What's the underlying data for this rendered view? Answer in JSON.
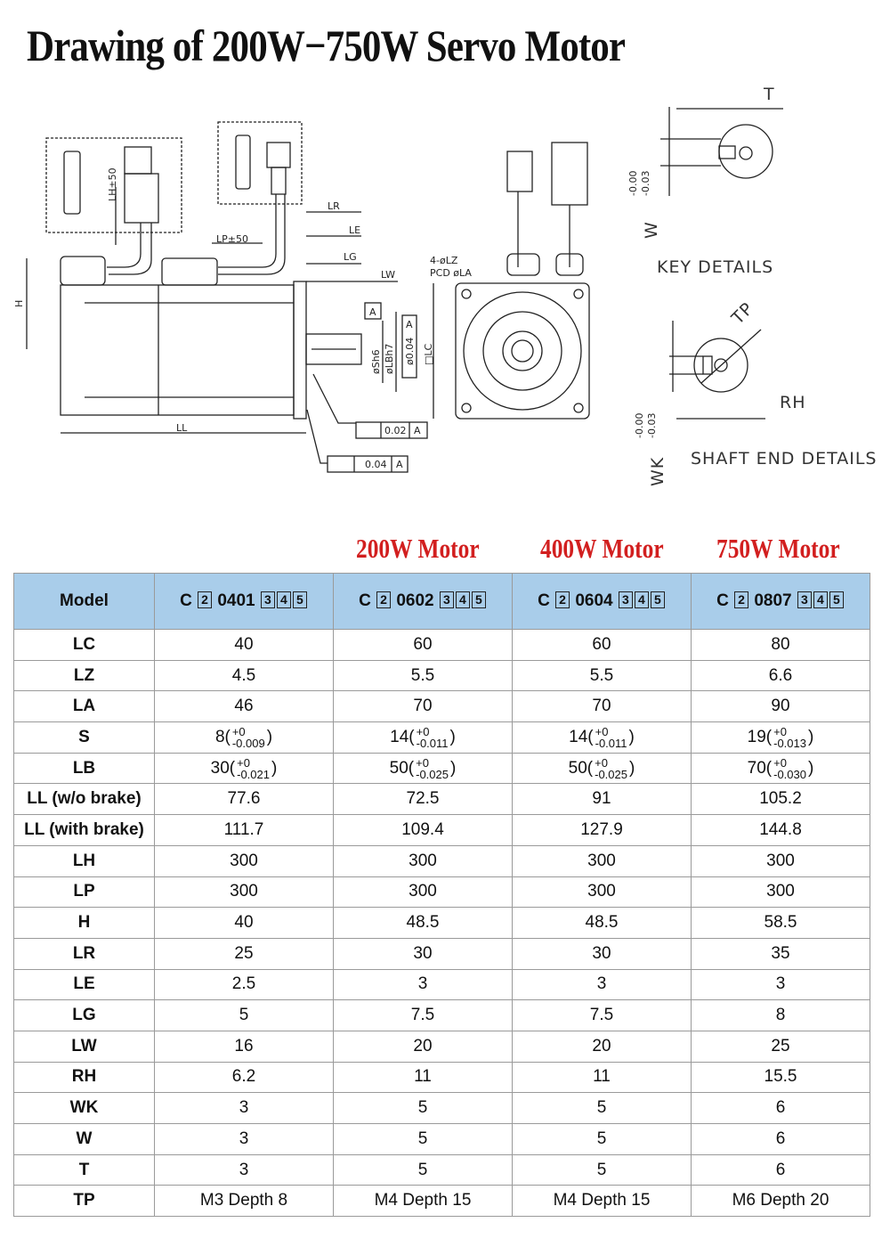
{
  "title": "Drawing of 200W−750W Servo Motor",
  "drawing_labels": {
    "lh": "LH±50",
    "lp": "LP±50",
    "lr": "LR",
    "le": "LE",
    "lg": "LG",
    "lw": "LW",
    "h": "H",
    "ll": "LL",
    "a1": "A",
    "a2": "A",
    "sh6": "øSh6",
    "lbh7": "øLBh7",
    "conc": "ø0.04",
    "conc_a": "A",
    "lc": "□LC",
    "lz": "4-øLZ",
    "pcd": "PCD øLA",
    "runout": "0.02",
    "runout_a": "A",
    "perp": "0.04",
    "perp_a": "A",
    "t": "T",
    "w_tol_top": "-0.00",
    "w_tol_bottom": "-0.03",
    "w": "W",
    "key_details": "KEY DETAILS",
    "tp": "TP",
    "rh": "RH",
    "wk_tol_top": "-0.00",
    "wk_tol_bottom": "-0.03",
    "wk": "WK",
    "shaft_details": "SHAFT END DETAILS"
  },
  "motor_headers": [
    "200W Motor",
    "400W Motor",
    "750W Motor"
  ],
  "table": {
    "model_label": "Model",
    "models": [
      {
        "prefix": "C",
        "n1": "2",
        "code": "0401",
        "n3": "3",
        "n4": "4",
        "n5": "5"
      },
      {
        "prefix": "C",
        "n1": "2",
        "code": "0602",
        "n3": "3",
        "n4": "4",
        "n5": "5"
      },
      {
        "prefix": "C",
        "n1": "2",
        "code": "0604",
        "n3": "3",
        "n4": "4",
        "n5": "5"
      },
      {
        "prefix": "C",
        "n1": "2",
        "code": "0807",
        "n3": "3",
        "n4": "4",
        "n5": "5"
      }
    ],
    "rows": [
      {
        "param": "LC",
        "values": [
          "40",
          "60",
          "60",
          "80"
        ]
      },
      {
        "param": "LZ",
        "values": [
          "4.5",
          "5.5",
          "5.5",
          "6.6"
        ]
      },
      {
        "param": "LA",
        "values": [
          "46",
          "70",
          "70",
          "90"
        ]
      },
      {
        "param": "S",
        "values": [
          "8",
          "14",
          "14",
          "19"
        ],
        "tol_up": [
          "+0",
          "+0",
          "+0",
          "+0"
        ],
        "tol_low": [
          "-0.009",
          "-0.011",
          "-0.011",
          "-0.013"
        ]
      },
      {
        "param": "LB",
        "values": [
          "30",
          "50",
          "50",
          "70"
        ],
        "tol_up": [
          "+0",
          "+0",
          "+0",
          "+0"
        ],
        "tol_low": [
          "-0.021",
          "-0.025",
          "-0.025",
          "-0.030"
        ]
      },
      {
        "param": "LL (w/o brake)",
        "values": [
          "77.6",
          "72.5",
          "91",
          "105.2"
        ]
      },
      {
        "param": "LL (with brake)",
        "values": [
          "111.7",
          "109.4",
          "127.9",
          "144.8"
        ]
      },
      {
        "param": "LH",
        "values": [
          "300",
          "300",
          "300",
          "300"
        ]
      },
      {
        "param": "LP",
        "values": [
          "300",
          "300",
          "300",
          "300"
        ]
      },
      {
        "param": "H",
        "values": [
          "40",
          "48.5",
          "48.5",
          "58.5"
        ]
      },
      {
        "param": "LR",
        "values": [
          "25",
          "30",
          "30",
          "35"
        ]
      },
      {
        "param": "LE",
        "values": [
          "2.5",
          "3",
          "3",
          "3"
        ]
      },
      {
        "param": "LG",
        "values": [
          "5",
          "7.5",
          "7.5",
          "8"
        ]
      },
      {
        "param": "LW",
        "values": [
          "16",
          "20",
          "20",
          "25"
        ]
      },
      {
        "param": "RH",
        "values": [
          "6.2",
          "11",
          "11",
          "15.5"
        ]
      },
      {
        "param": "WK",
        "values": [
          "3",
          "5",
          "5",
          "6"
        ]
      },
      {
        "param": "W",
        "values": [
          "3",
          "5",
          "5",
          "6"
        ]
      },
      {
        "param": "T",
        "values": [
          "3",
          "5",
          "5",
          "6"
        ]
      },
      {
        "param": "TP",
        "values": [
          "M3 Depth 8",
          "M4 Depth 15",
          "M4 Depth 15",
          "M6 Depth 20"
        ]
      }
    ]
  },
  "colors": {
    "header_bg": "#a9cdea",
    "motor_header_text": "#d21f1f"
  }
}
